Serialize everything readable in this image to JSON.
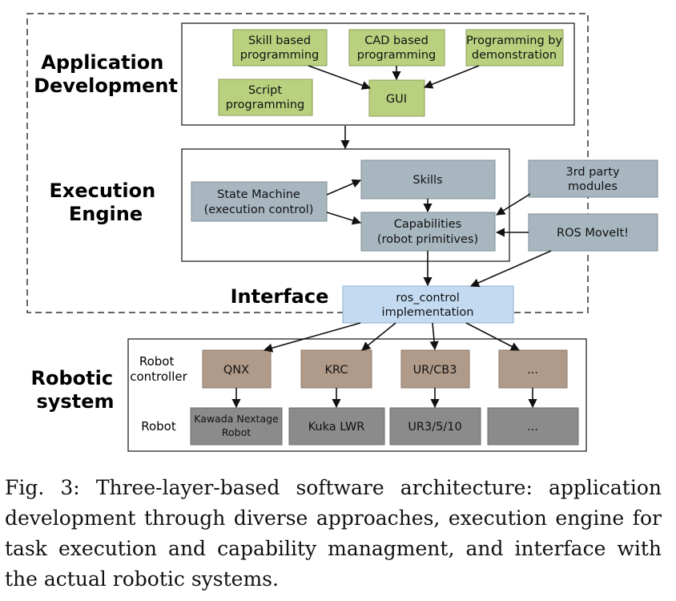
{
  "diagram": {
    "layers": {
      "application": [
        "Application",
        "Development"
      ],
      "execution": [
        "Execution",
        "Engine"
      ],
      "interface": "Interface",
      "robotic": [
        "Robotic",
        "system"
      ]
    },
    "row_labels": {
      "robot_controller": [
        "Robot",
        "controller"
      ],
      "robot": "Robot"
    },
    "nodes": {
      "skill_based": [
        "Skill based",
        "programming"
      ],
      "cad_based": [
        "CAD based",
        "programming"
      ],
      "programming_by_demo": [
        "Programming by",
        "demonstration"
      ],
      "script": [
        "Script",
        "programming"
      ],
      "gui": "GUI",
      "state_machine": [
        "State Machine",
        "(execution control)"
      ],
      "skills": "Skills",
      "capabilities": [
        "Capabilities",
        "(robot primitives)"
      ],
      "third_party": [
        "3rd party",
        "modules"
      ],
      "ros_moveit": "ROS MoveIt!",
      "ros_control": [
        "ros_control",
        "implementation"
      ],
      "controllers": [
        "QNX",
        "KRC",
        "UR/CB3",
        "..."
      ],
      "robots": [
        [
          "Kawada Nextage",
          "Robot"
        ],
        [
          "Kuka LWR"
        ],
        [
          "UR3/5/10"
        ],
        [
          "..."
        ]
      ]
    },
    "colors": {
      "application_node": "#b9d17e",
      "execution_node": "#a7b6bf",
      "interface_node": "#c3daf1",
      "controller_node": "#b09a89",
      "robot_node": "#8b8b8b"
    }
  },
  "caption": "Fig. 3: Three-layer-based software architecture: application development through diverse approaches, execution engine for task execution and capability managment, and interface with the actual robotic systems."
}
